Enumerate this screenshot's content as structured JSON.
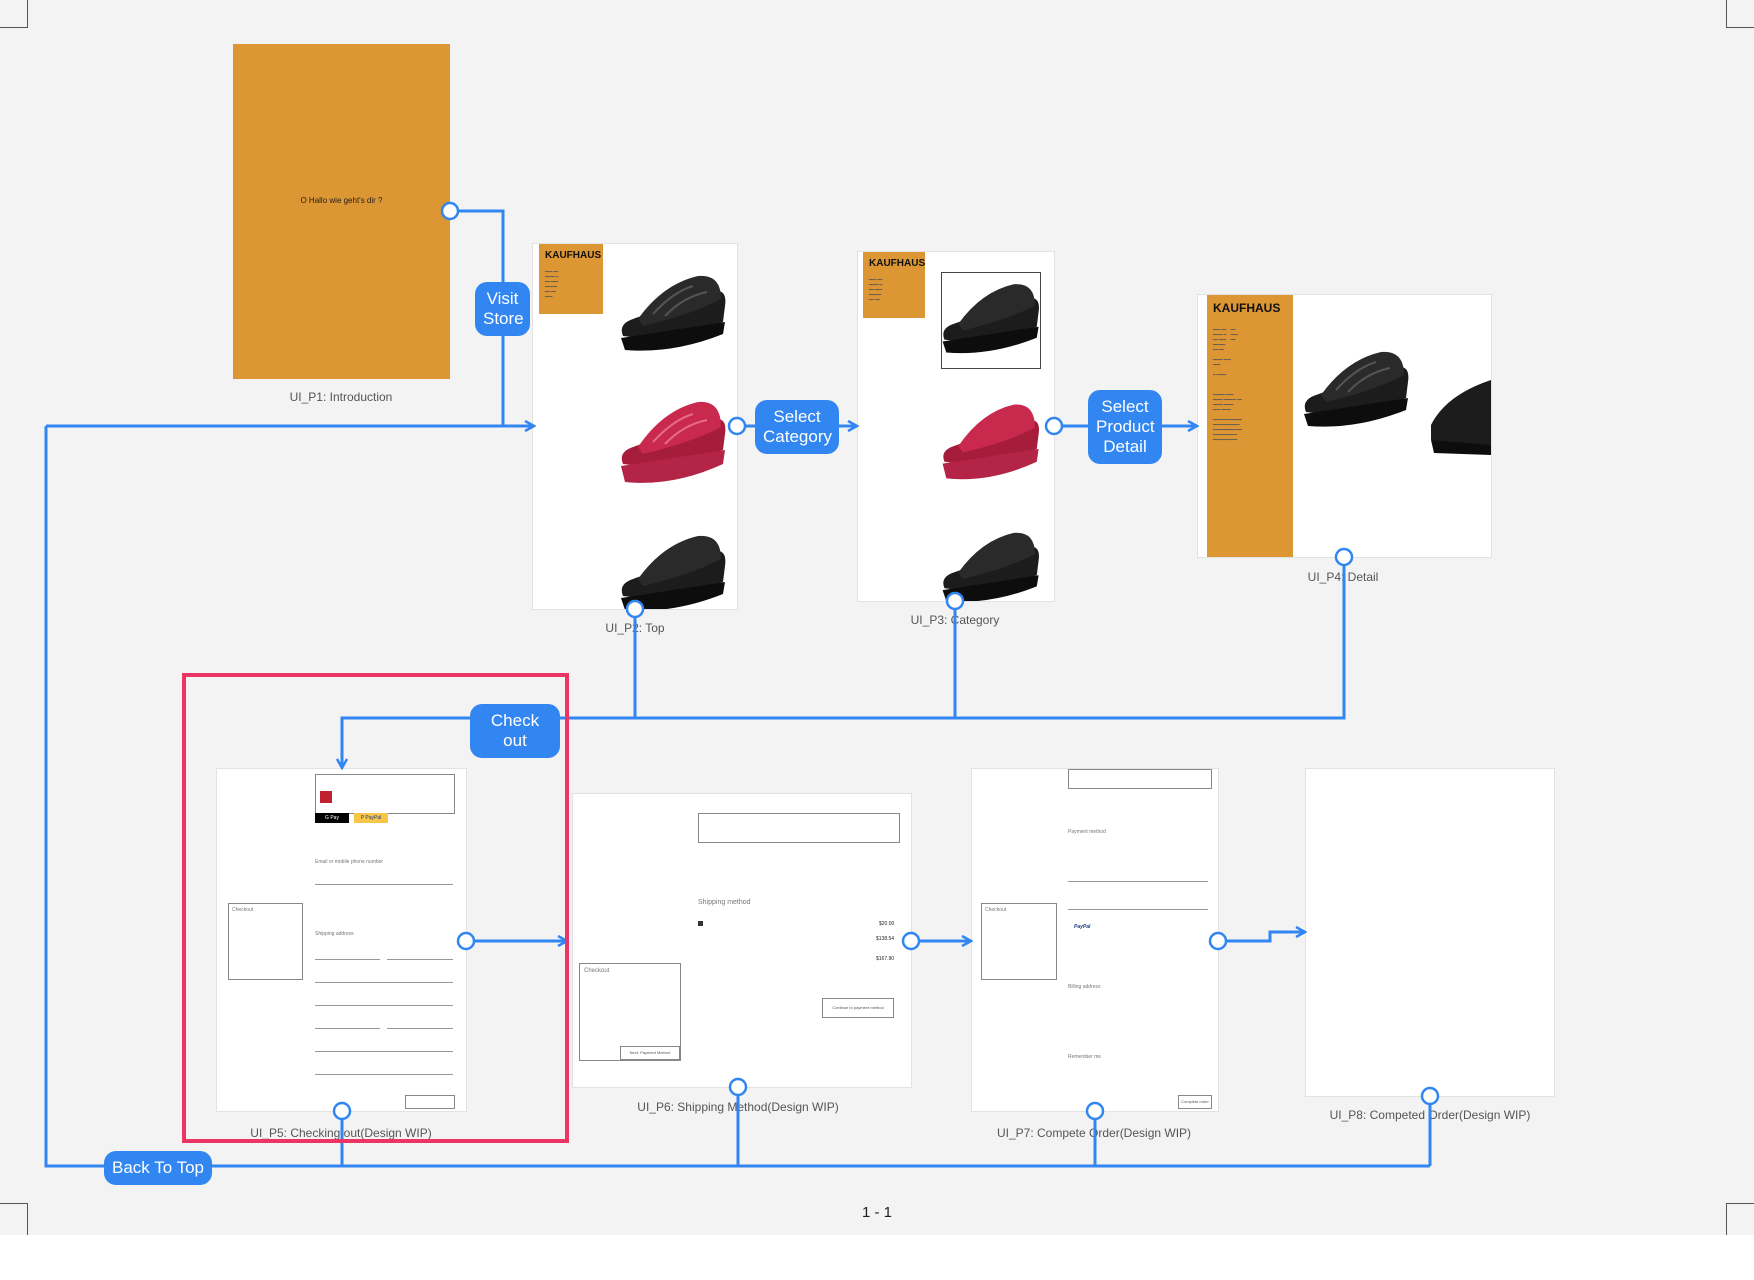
{
  "page_number": "1 - 1",
  "colors": {
    "accent": "#3286f1",
    "selection": "#ee3465",
    "intro_bg": "#dd9634"
  },
  "frames": {
    "p1": {
      "label": "UI_P1: Introduction",
      "intro_text": "O Hallo wie geht's dir ?"
    },
    "p2": {
      "label": "UI_P2: Top",
      "brand": "KAUFHAUS"
    },
    "p3": {
      "label": "UI_P3: Category",
      "brand": "KAUFHAUS"
    },
    "p4": {
      "label": "UI_P4: Detail",
      "brand": "KAUFHAUS"
    },
    "p5": {
      "label": "UI_P5: Checking out(Design WIP)",
      "email_label": "Email or mobile phone number",
      "shipping_label": "Shipping address",
      "checkout_title": "Checkout",
      "gpay": "G Pay",
      "paypal": "P PayPal"
    },
    "p6": {
      "label": "UI_P6: Shipping Method(Design WIP)",
      "shipping_method": "Shipping method",
      "checkout_title": "Checkout",
      "next_btn": "Next: Payment Method",
      "continue_btn": "Continue to payment method",
      "price1": "$20.00",
      "price2": "$138.54",
      "price3": "$167.90"
    },
    "p7": {
      "label": "UI_P7: Compete Order(Design WIP)",
      "payment_method": "Payment method",
      "billing": "Billing address",
      "remember": "Remember me",
      "checkout_title": "Checkout",
      "paypal": "PayPal",
      "complete_btn": "Complete order"
    },
    "p8": {
      "label": "UI_P8: Competed Order(Design WIP)"
    }
  },
  "connectors": {
    "visit_store": "Visit\nStore",
    "select_category": "Select\nCategory",
    "select_product_detail": "Select\nProduct\nDetail",
    "check_out": "Check out",
    "back_to_top": "Back To Top"
  }
}
